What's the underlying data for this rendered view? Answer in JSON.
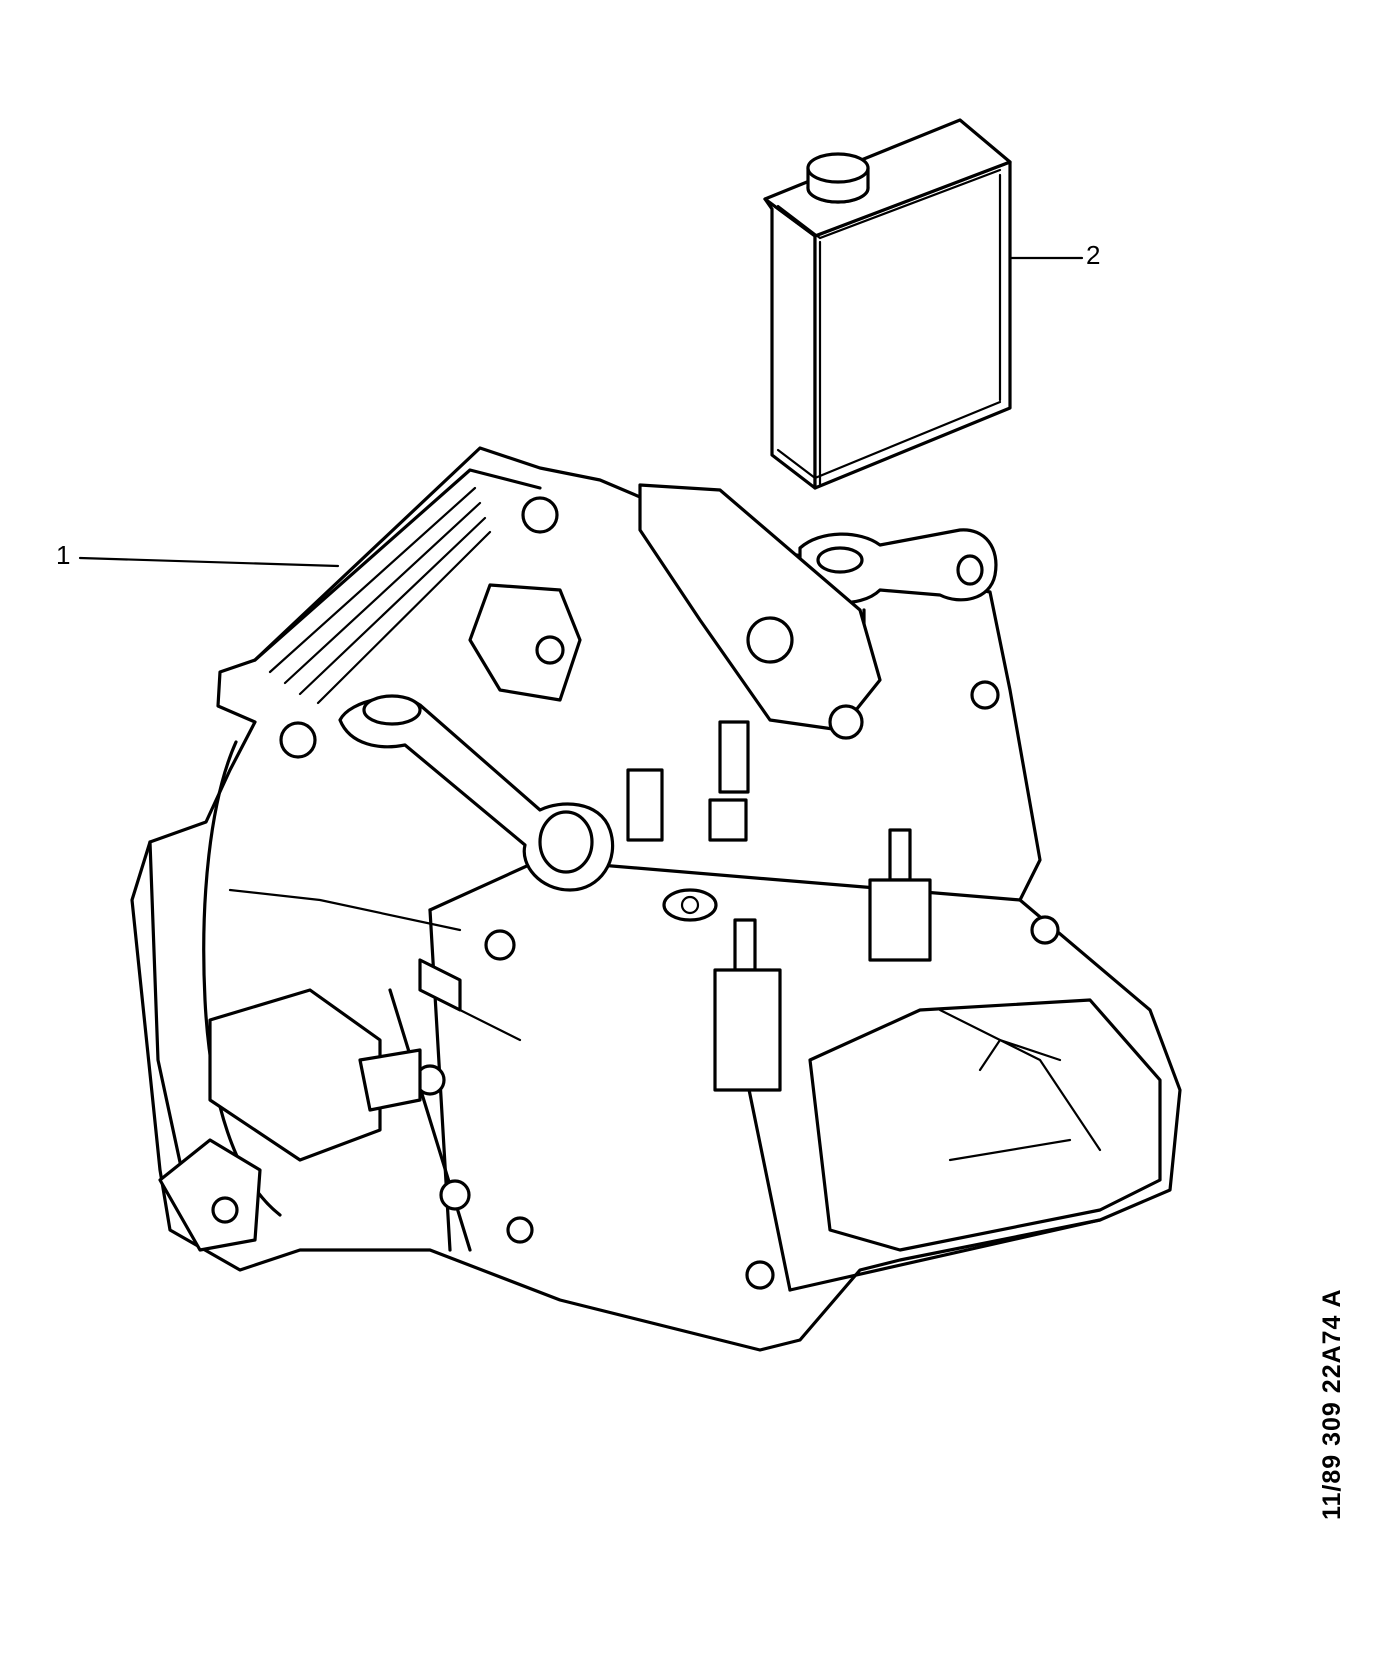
{
  "callouts": [
    {
      "number": "1",
      "part": "gearbox-assembly"
    },
    {
      "number": "2",
      "part": "oil-can"
    }
  ],
  "reference_code": "11/89  309  22A74 A",
  "colors": {
    "line": "#000000",
    "background": "#ffffff"
  }
}
